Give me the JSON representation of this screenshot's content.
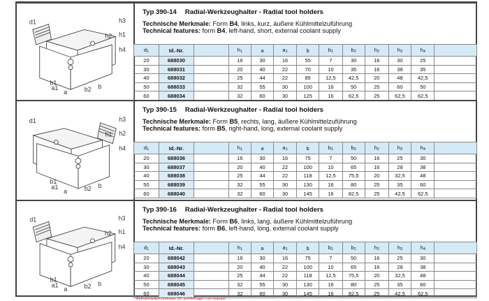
{
  "columns": [
    "d1",
    "Id.-Nr.",
    "",
    "h1",
    "a",
    "a1",
    "b",
    "b1",
    "b2",
    "h2",
    "h3",
    "h4",
    ""
  ],
  "column_labels": {
    "d1": [
      "d",
      "1"
    ],
    "id": "Id.-Nr.",
    "h1": [
      "h",
      "1"
    ],
    "a": "a",
    "a1": [
      "a",
      "1"
    ],
    "b": "b",
    "b1": [
      "b",
      "1"
    ],
    "b2": [
      "b",
      "2"
    ],
    "h2": [
      "h",
      "2"
    ],
    "h3": [
      "h",
      "3"
    ],
    "h4": [
      "h",
      "4"
    ]
  },
  "sections": [
    {
      "type": "Typ 390-14",
      "name": "Radial-Werkzeughalter - Radial tool holders",
      "de_label": "Technische Merkmale:",
      "de_pre": "Form ",
      "de_form": "B4",
      "de_rest": ", links, kurz, äußere Kühlmittelzuführung",
      "en_label": "Technical features:",
      "en_pre": "form ",
      "en_form": "B4",
      "en_rest": ", left-hand, short, external coolant supply",
      "drawing_labels": [
        "d1",
        "h3",
        "h2",
        "h1",
        "h4",
        "b1",
        "a1",
        "b2",
        "b",
        "a"
      ],
      "rows": [
        [
          "20",
          "688030",
          "",
          "16",
          "30",
          "16",
          "55",
          "7",
          "30",
          "16",
          "30",
          "25",
          ""
        ],
        [
          "30",
          "688031",
          "",
          "20",
          "40",
          "22",
          "70",
          "10",
          "35",
          "16",
          "38",
          "35",
          ""
        ],
        [
          "40",
          "688032",
          "",
          "25",
          "44",
          "22",
          "85",
          "12,5",
          "42,5",
          "20",
          "48",
          "42,5",
          ""
        ],
        [
          "50",
          "688033",
          "",
          "32",
          "55",
          "30",
          "100",
          "16",
          "50",
          "25",
          "60",
          "50",
          ""
        ],
        [
          "60",
          "688034",
          "",
          "32",
          "60",
          "30",
          "125",
          "16",
          "62,5",
          "25",
          "62,5",
          "62,5",
          ""
        ]
      ]
    },
    {
      "type": "Typ 390-15",
      "name": "Radial-Werkzeughalter - Radial tool holders",
      "de_label": "Technische Merkmale:",
      "de_pre": "Form ",
      "de_form": "B5",
      "de_rest": ", rechts, lang, äußere Kühlmittelzuführung",
      "en_label": "Technical features:",
      "en_pre": "form ",
      "en_form": "B5",
      "en_rest": ", right-hand, long, external coolant supply",
      "drawing_labels": [
        "d1",
        "h3",
        "h1",
        "h2",
        "h4",
        "b1",
        "a1",
        "b2",
        "b",
        "a"
      ],
      "rows": [
        [
          "20",
          "688036",
          "",
          "16",
          "30",
          "16",
          "75",
          "7",
          "50",
          "16",
          "25",
          "30",
          ""
        ],
        [
          "30",
          "688037",
          "",
          "20",
          "40",
          "22",
          "100",
          "10",
          "65",
          "16",
          "28",
          "38",
          ""
        ],
        [
          "40",
          "688038",
          "",
          "25",
          "44",
          "22",
          "118",
          "12,5",
          "75,5",
          "20",
          "32,5",
          "48",
          ""
        ],
        [
          "50",
          "688039",
          "",
          "32",
          "55",
          "30",
          "130",
          "16",
          "80",
          "25",
          "35",
          "60",
          ""
        ],
        [
          "60",
          "688040",
          "",
          "32",
          "60",
          "30",
          "145",
          "16",
          "82,5",
          "25",
          "42,5",
          "62,5",
          ""
        ]
      ]
    },
    {
      "type": "Typ 390-16",
      "name": "Radial-Werkzeughalter - Radial tool holders",
      "de_label": "Technische Merkmale:",
      "de_pre": "Form ",
      "de_form": "B6",
      "de_rest": ", links, lang, äußere Kühlmittelzuführung",
      "en_label": "Technical features:",
      "en_pre": "form ",
      "en_form": "B6",
      "en_rest": ", left-hand, long, external coolant supply",
      "drawing_labels": [
        "d1",
        "h3",
        "h2",
        "h1",
        "h4",
        "b1",
        "a1",
        "b2",
        "b",
        "a"
      ],
      "rows": [
        [
          "20",
          "688042",
          "",
          "16",
          "30",
          "16",
          "75",
          "7",
          "50",
          "16",
          "25",
          "30",
          ""
        ],
        [
          "30",
          "688043",
          "",
          "20",
          "40",
          "22",
          "100",
          "10",
          "65",
          "16",
          "28",
          "38",
          ""
        ],
        [
          "40",
          "688044",
          "",
          "25",
          "44",
          "22",
          "118",
          "12,5",
          "75,5",
          "20",
          "32,5",
          "48",
          ""
        ],
        [
          "50",
          "688045",
          "",
          "32",
          "55",
          "30",
          "130",
          "16",
          "80",
          "25",
          "35",
          "60",
          ""
        ],
        [
          "60",
          "688046",
          "",
          "32",
          "60",
          "30",
          "145",
          "16",
          "82,5",
          "25",
          "42,5",
          "62,5",
          ""
        ]
      ]
    }
  ],
  "footnote": "Aufnahmedurchmesser 16: auf Anfrage – on request"
}
